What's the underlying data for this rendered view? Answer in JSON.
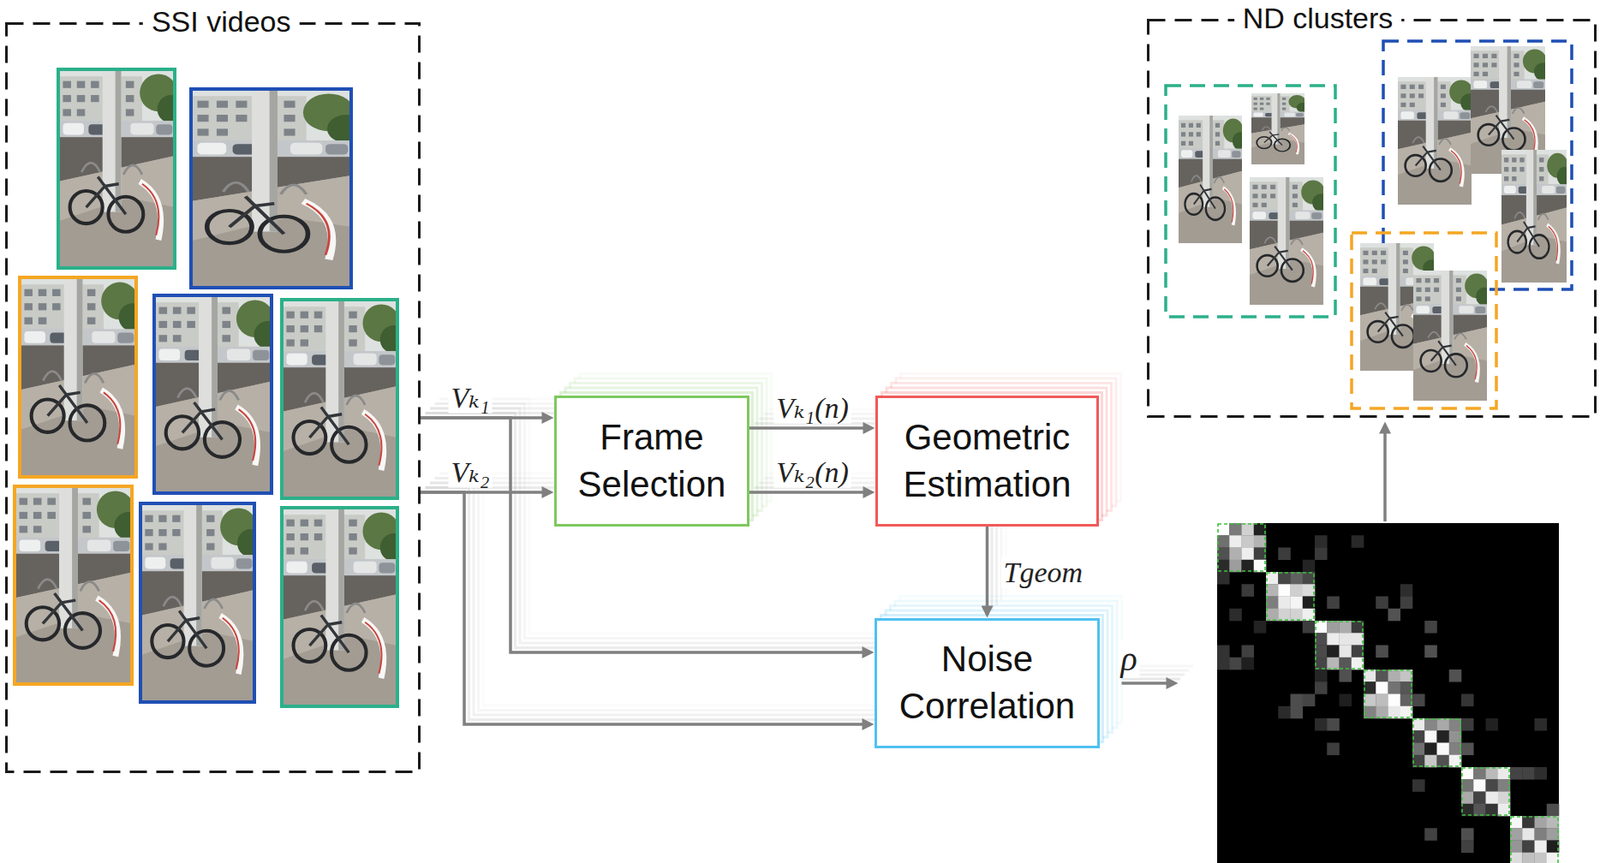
{
  "diagram": {
    "nodes": [
      {
        "text": [
          "SSI videos"
        ]
      },
      {
        "text": [
          "Frame Selection"
        ]
      },
      {
        "text": [
          "Geometric Estimation"
        ]
      },
      {
        "text": [
          "Noise Correlation"
        ]
      },
      {
        "text": [
          "ND clusters"
        ]
      }
    ],
    "edges": [
      {
        "from": 0,
        "to": 1,
        "arrow": "to",
        "label": "Vₖ₁"
      },
      {
        "from": 0,
        "to": 1,
        "arrow": "to",
        "label": "Vₖ₂"
      },
      {
        "from": 0,
        "to": 3,
        "arrow": "to"
      },
      {
        "from": 0,
        "to": 3,
        "arrow": "to"
      },
      {
        "from": 1,
        "to": 2,
        "arrow": "to",
        "label": "Vₖ₁(n)"
      },
      {
        "from": 1,
        "to": 2,
        "arrow": "to",
        "label": "Vₖ₂(n)"
      },
      {
        "from": 2,
        "to": 3,
        "arrow": "to",
        "label": "Tgeom"
      }
    ],
    "labels": [
      "ρ"
    ]
  }
}
